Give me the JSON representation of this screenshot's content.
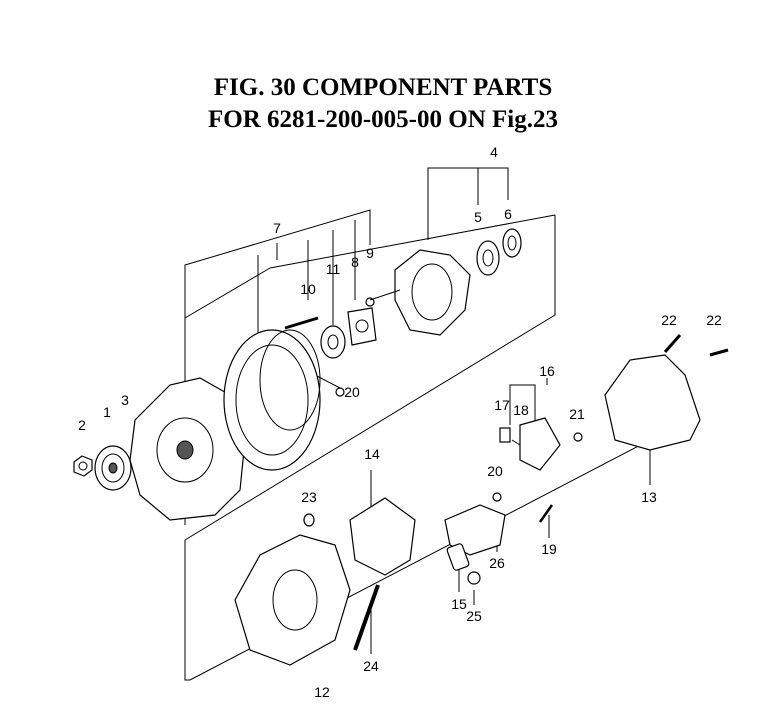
{
  "title": {
    "line1": "FIG. 30  COMPONENT PARTS",
    "line2": "FOR 6281-200-005-00 ON Fig.23"
  },
  "callouts": [
    "4",
    "7",
    "10",
    "11",
    "8",
    "9",
    "5",
    "6",
    "20",
    "2",
    "1",
    "3",
    "22",
    "22",
    "16",
    "17",
    "18",
    "21",
    "13",
    "14",
    "20",
    "23",
    "19",
    "26",
    "15",
    "25",
    "24",
    "12"
  ]
}
